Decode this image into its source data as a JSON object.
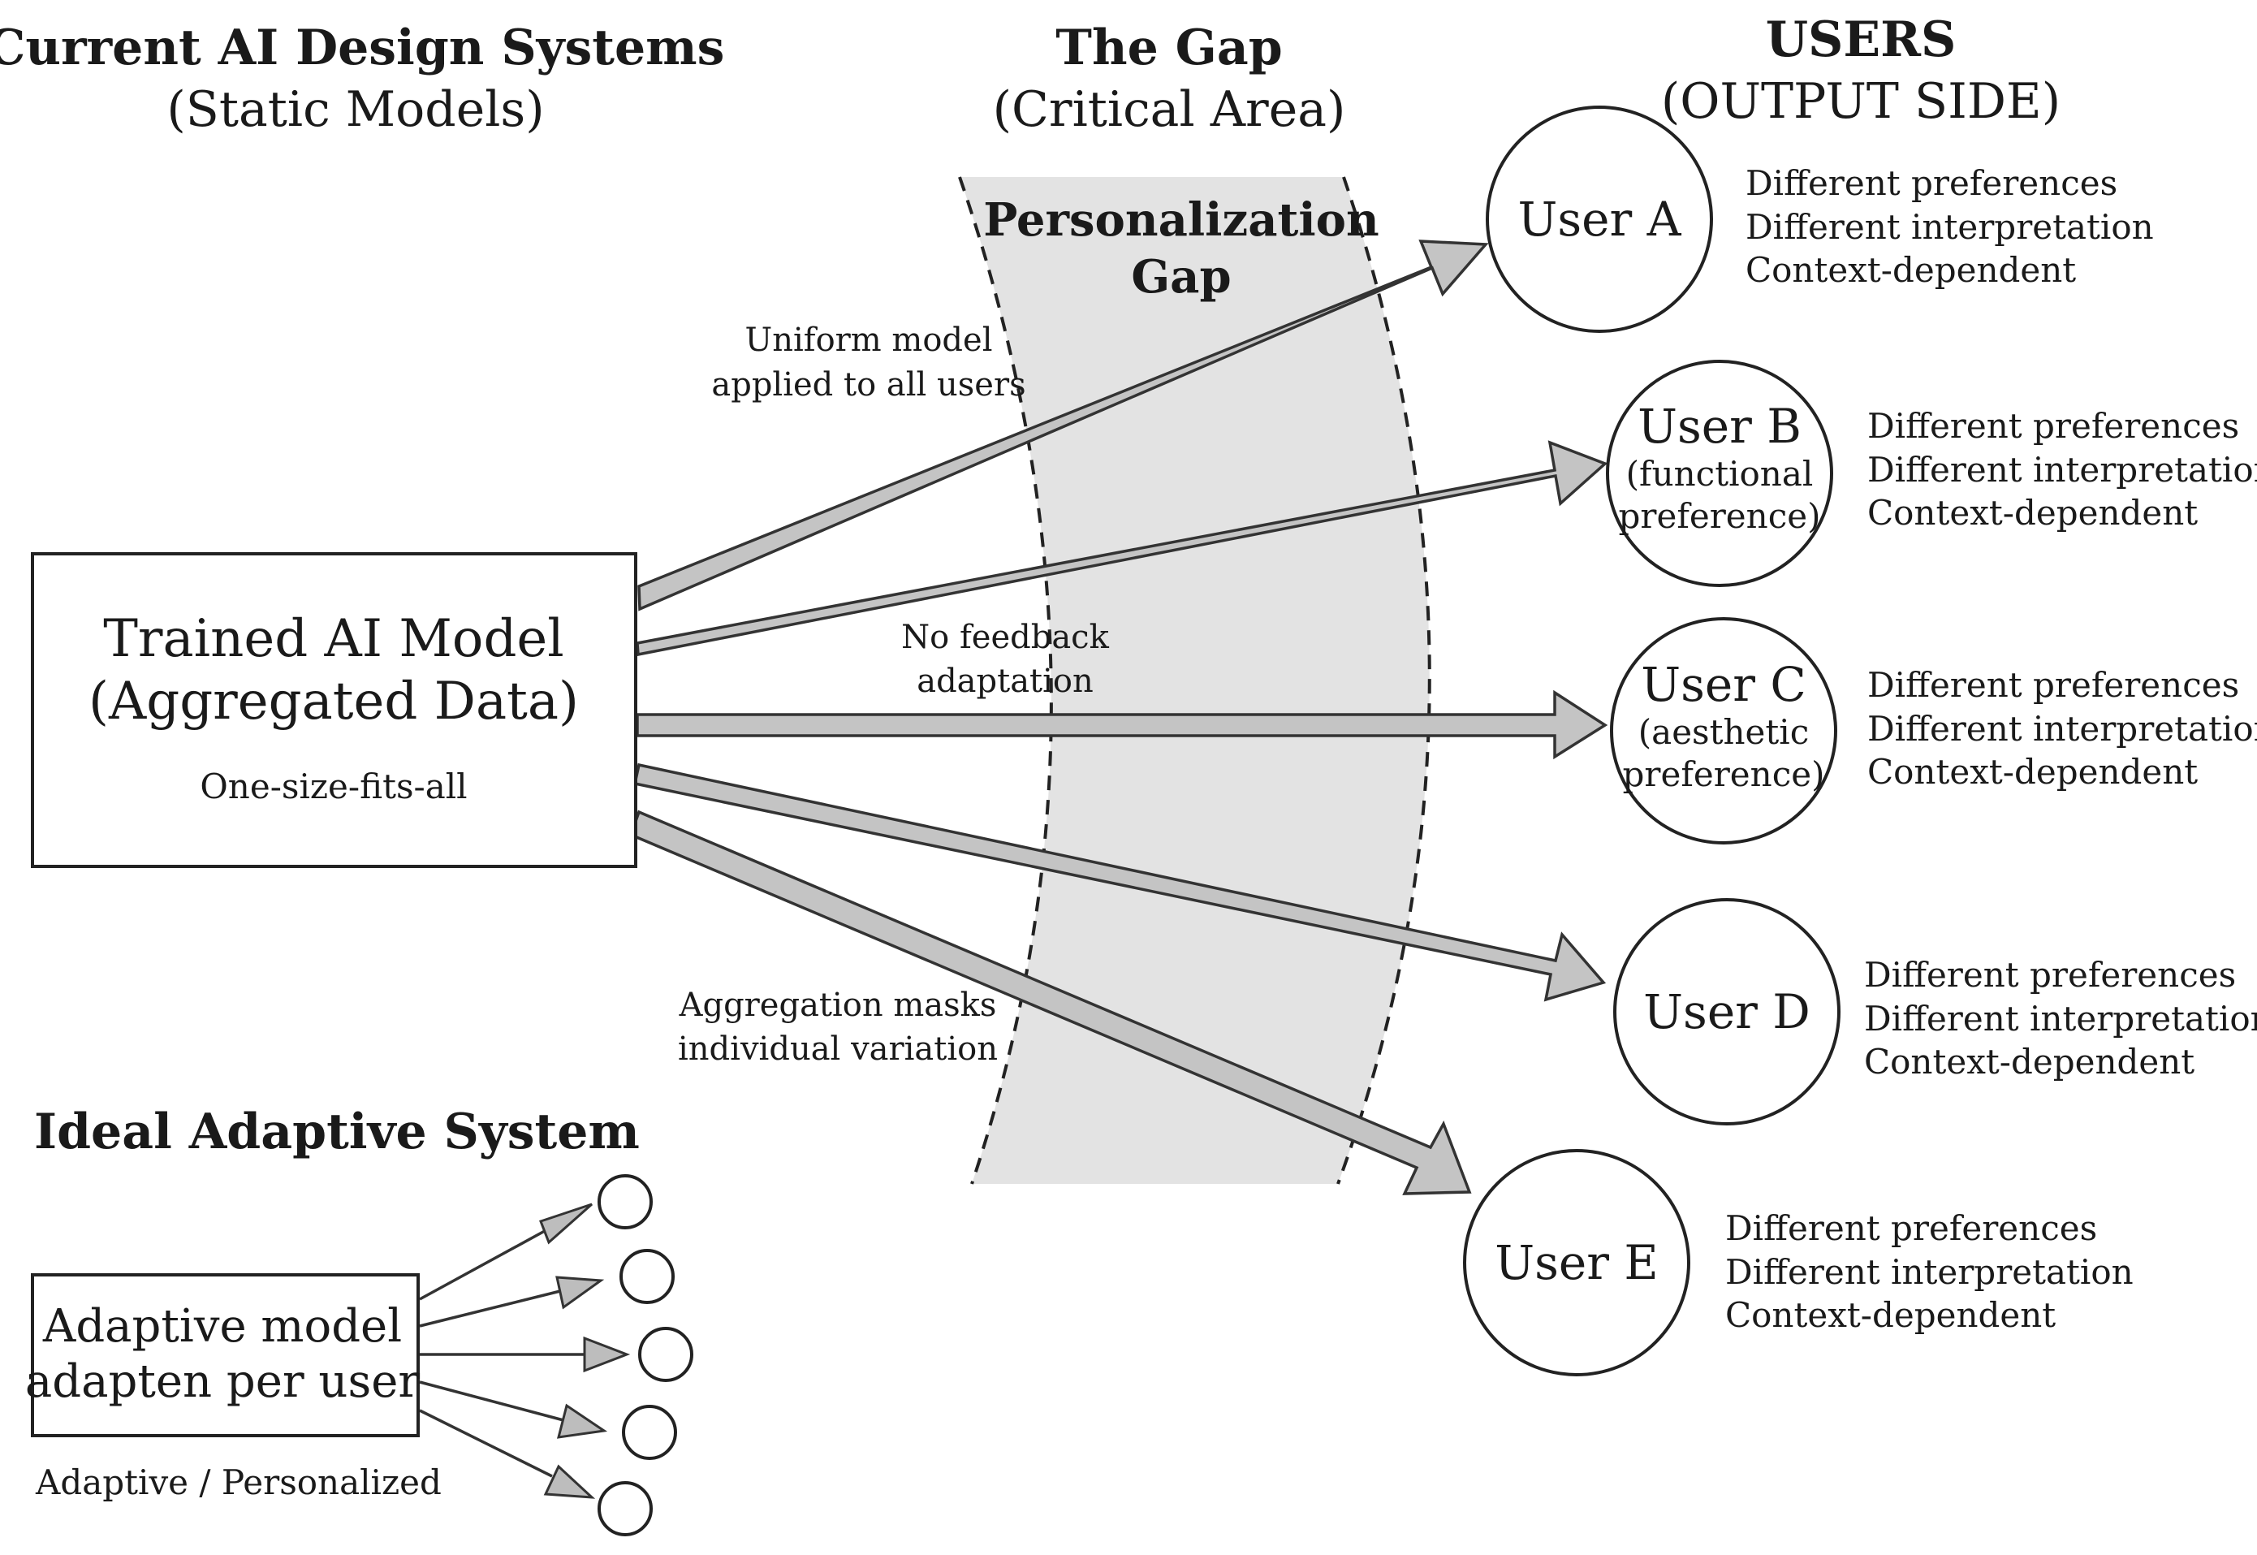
{
  "header": {
    "current": {
      "title": "Current AI Design Systems",
      "subtitle": "(Static Models)"
    },
    "gap": {
      "title": "The Gap",
      "subtitle": "(Critical Area)"
    },
    "users": {
      "title": "USERS",
      "subtitle": "(OUTPUT SIDE)"
    }
  },
  "gap_band": {
    "label_line1": "Personalization",
    "label_line2": "Gap"
  },
  "model": {
    "line1": "Trained AI Model",
    "line2": "(Aggregated Data)",
    "note": "One-size-fits-all"
  },
  "annotations": {
    "uniform_line1": "Uniform model",
    "uniform_line2": "applied to all users",
    "feedback_line1": "No feedback",
    "feedback_line2": "adaptation",
    "aggregation_line1": "Aggregation masks",
    "aggregation_line2": "individual variation"
  },
  "users": [
    {
      "name": "User A",
      "sub1": "",
      "sub2": "",
      "attrs": [
        "Different preferences",
        "Different interpretation",
        "Context-dependent"
      ]
    },
    {
      "name": "User B",
      "sub1": "(functional",
      "sub2": "preference)",
      "attrs": [
        "Different preferences",
        "Different interpretation",
        "Context-dependent"
      ]
    },
    {
      "name": "User C",
      "sub1": "(aesthetic",
      "sub2": "preference)",
      "attrs": [
        "Different preferences",
        "Different interpretation",
        "Context-dependent"
      ]
    },
    {
      "name": "User D",
      "sub1": "",
      "sub2": "",
      "attrs": [
        "Different preferences",
        "Different interpretation",
        "Context-dependent"
      ]
    },
    {
      "name": "User E",
      "sub1": "",
      "sub2": "",
      "attrs": [
        "Different preferences",
        "Different interpretation",
        "Context-dependent"
      ]
    }
  ],
  "adaptive": {
    "title": "Ideal Adaptive System",
    "box_line1": "Adaptive model",
    "box_line2": "adapten per user",
    "caption": "Adaptive / Personalized"
  }
}
